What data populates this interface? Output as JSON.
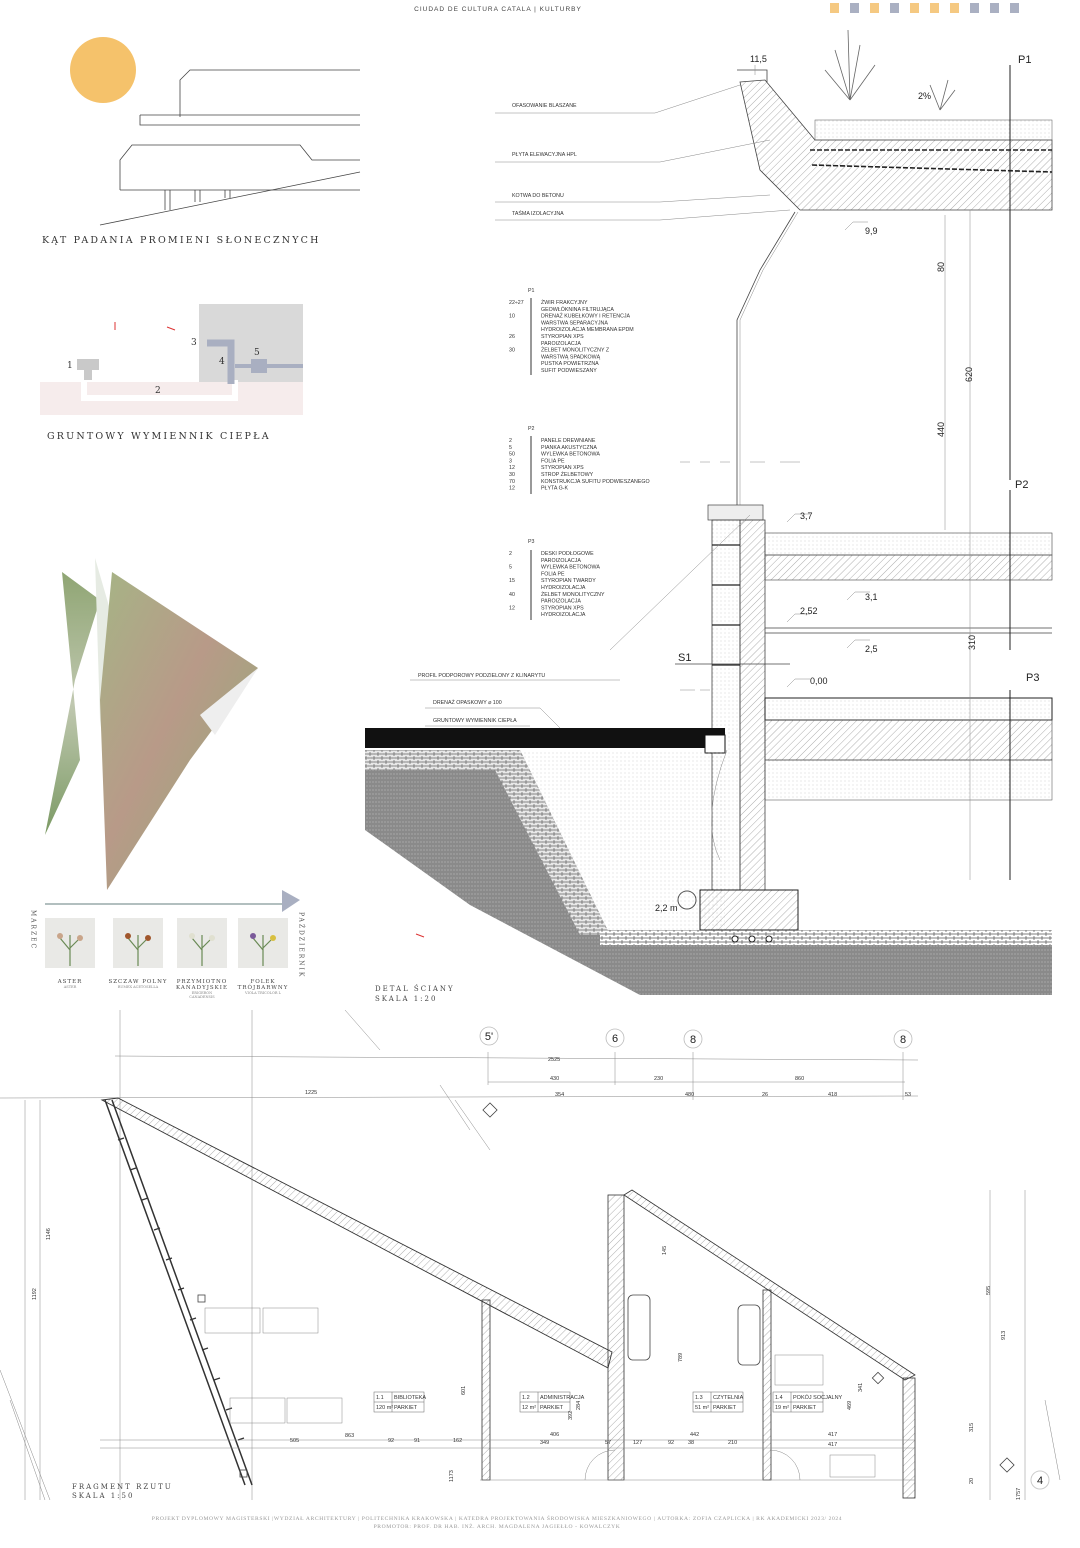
{
  "header": {
    "title": "CIUDAD DE CULTURA CATALA | KULTURBY",
    "swatches": [
      "#f5c982",
      "#aab0c2",
      "#f5c982",
      "#aab0c2",
      "#f5c982",
      "#f5c982",
      "#f5c982",
      "#aab0c2",
      "#aab0c2",
      "#aab0c2"
    ]
  },
  "sun_section": {
    "title": "KĄT PADANIA PROMIENI SŁONECZNYCH",
    "sun_color": "#f5c26b"
  },
  "heat_exchanger": {
    "title": "GRUNTOWY WYMIENNIK CIEPŁA",
    "labels": [
      "1",
      "2",
      "3",
      "4",
      "5"
    ]
  },
  "plants": {
    "month_start": "MARZEC",
    "month_end": "PAŹDZIERNIK",
    "items": [
      {
        "name": "ASTER",
        "name2": "",
        "latin": "ASTER",
        "latin2": ""
      },
      {
        "name": "SZCZAW POLNY",
        "name2": "",
        "latin": "RUMEX ACETOSELLA",
        "latin2": ""
      },
      {
        "name": "PRZYMIOTNO",
        "name2": "KANADYJSKIE",
        "latin": "ERIGERON",
        "latin2": "CANADENSIS"
      },
      {
        "name": "FOLEK",
        "name2": "TRÓJBARWNY",
        "latin": "VIOLA TRICOLOR L",
        "latin2": ""
      }
    ]
  },
  "detail": {
    "title": "DETAL ŚCIANY",
    "scale": "SKALA 1:20",
    "callouts": {
      "flashing": "OFASOWANIE BLASZANE",
      "hpl": "PŁYTA ELEWACYJNA HPL",
      "anchor": "KOTWA DO BETONU",
      "tape": "TAŚMA IZOLACYJNA",
      "profile": "PROFIL PODPOROWY PODZIELONY Z KLINARYTU",
      "drain": "DRENAŻ OPASKOWY ⌀ 100",
      "exchanger": "GRUNTOWY WYMIENNIK CIEPŁA"
    },
    "layers": [
      {
        "id": "P1",
        "rows": [
          [
            "22÷27",
            "ŻWIR FRAKCYJNY"
          ],
          [
            "",
            "GEOWŁÓKNINA FILTRUJĄCA"
          ],
          [
            "10",
            "DRENAŻ KUBEŁKOWY I RETENCJA"
          ],
          [
            "",
            "WARSTWA SEPARACYJNA"
          ],
          [
            "",
            "HYDROIZOLACJA MEMBRANA EPDM"
          ],
          [
            "26",
            "STYROPIAN XPS"
          ],
          [
            "",
            "PAROIZOLACJA"
          ],
          [
            "30",
            "ŻELBET MONOLITYCZNY Z"
          ],
          [
            "",
            "WARSTWĄ SPADKOWĄ"
          ],
          [
            "",
            "PUSTKA POWIETRZNA"
          ],
          [
            "",
            "SUFIT PODWIESZANY"
          ]
        ]
      },
      {
        "id": "P2",
        "rows": [
          [
            "2",
            "PANELE DREWNIANE"
          ],
          [
            "5",
            "PIANKA AKUSTYCZNA"
          ],
          [
            "50",
            "WYLEWKA BETONOWA"
          ],
          [
            "3",
            "FOLIA PE"
          ],
          [
            "12",
            "STYROPIAN XPS"
          ],
          [
            "30",
            "STROP ŻELBETOWY"
          ],
          [
            "70",
            "KONSTRUKCJA SUFITU PODWIESZANEGO"
          ],
          [
            "12",
            "PŁYTA G-K"
          ]
        ]
      },
      {
        "id": "P3",
        "rows": [
          [
            "2",
            "DESKI PODŁOGOWE"
          ],
          [
            "",
            "PAROIZOLACJA"
          ],
          [
            "5",
            "WYLEWKA BETONOWA"
          ],
          [
            "",
            "FOLIA PE"
          ],
          [
            "15",
            "STYROPIAN TWARDY"
          ],
          [
            "",
            "HYDROIZOLACJA"
          ],
          [
            "40",
            "ŻELBET MONOLITYCZNY"
          ],
          [
            "",
            "PAROIZOLACJA"
          ],
          [
            "12",
            "STYROPIAN XPS"
          ],
          [
            "",
            "HYDROIZOLACJA"
          ]
        ]
      }
    ],
    "levels": {
      "top": "11,5",
      "roof_bottom": "9,9",
      "l1": "3,7",
      "l2": "3,1",
      "l3": "2,52",
      "l4": "2,5",
      "zero": "0,00",
      "depth": "2,2 m"
    },
    "dims": {
      "d80": "80",
      "d620": "620",
      "d440": "440",
      "d310": "310",
      "slope": "2%"
    },
    "markers": {
      "p1": "P1",
      "p2": "P2",
      "p3": "P3",
      "s1": "S1"
    }
  },
  "plan": {
    "title": "FRAGMENT RZUTU",
    "scale": "SKALA 1:50",
    "axes": [
      "5'",
      "6",
      "8",
      "8"
    ],
    "top_dims": {
      "total": "2525",
      "a": "430",
      "b": "230",
      "c": "860",
      "left": "1225",
      "d": "354",
      "e": "480",
      "f": "26",
      "g": "418",
      "h": "53"
    },
    "side_dims": {
      "s1": "1192",
      "s2": "1146",
      "s3": "595",
      "s4": "913",
      "s5": "315",
      "s6": "20",
      "s7": "1757",
      "s8": "1173",
      "s9": "601",
      "s10": "284",
      "s11": "392",
      "s12": "145",
      "s13": "789",
      "s14": "341",
      "s15": "469"
    },
    "bottom_dims": [
      "505",
      "863",
      "92",
      "91",
      "162",
      "406",
      "349",
      "57",
      "127",
      "92",
      "38",
      "442",
      "210",
      "417",
      "417"
    ],
    "rooms": [
      {
        "no": "1.1",
        "name": "BIBLIOTEKA",
        "area": "120 m²",
        "floor": "PARKIET"
      },
      {
        "no": "1.2",
        "name": "ADMINISTRACJA",
        "area": "12 m²",
        "floor": "PARKIET"
      },
      {
        "no": "1.3",
        "name": "CZYTELNIA",
        "area": "51 m²",
        "floor": "PARKIET"
      },
      {
        "no": "1.4",
        "name": "POKÓJ SOCJALNY",
        "area": "19 m²",
        "floor": "PARKIET"
      }
    ],
    "page_marker": "4"
  },
  "footer": {
    "line1": "PROJEKT DYPLOMOWY MAGISTERSKI |WYDZIAŁ ARCHITEKTURY | POLITECHNIKA KRAKOWSKA | KATEDRA PROJEKTOWANIA ŚRODOWISKA MIESZKANIOWEGO | AUTORKA: ZOFIA CZAPLICKA | RK AKADEMICKI 2023/ 2024",
    "line2": "PROMOTOR: PROF. DR HAB. INŻ. ARCH. MAGDALENA JAGIEŁŁO - KOWALCZYK"
  }
}
